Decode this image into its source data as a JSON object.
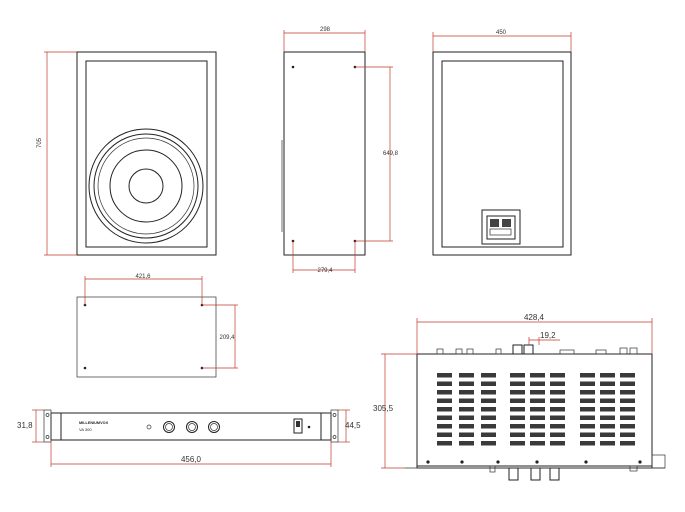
{
  "speaker_front": {
    "height_label": "705"
  },
  "speaker_side": {
    "width_label": "298",
    "hole_height_label": "649,8",
    "hole_spacing_label": "279,4"
  },
  "speaker_back": {
    "width_label": "450"
  },
  "bracket_top": {
    "width_label": "421,6",
    "height_label": "209,4"
  },
  "amp_front": {
    "brand": "MILLENIUMVOX",
    "model": "VA 300",
    "left_height_label": "31,8",
    "right_height_label": "44,5",
    "width_label": "456,0"
  },
  "amp_top": {
    "width_label": "428,4",
    "offset_label": "19,2",
    "depth_label": "305,5"
  },
  "colors": {
    "line": "#222222",
    "dimension": "#c0392b",
    "text": "#333333"
  }
}
